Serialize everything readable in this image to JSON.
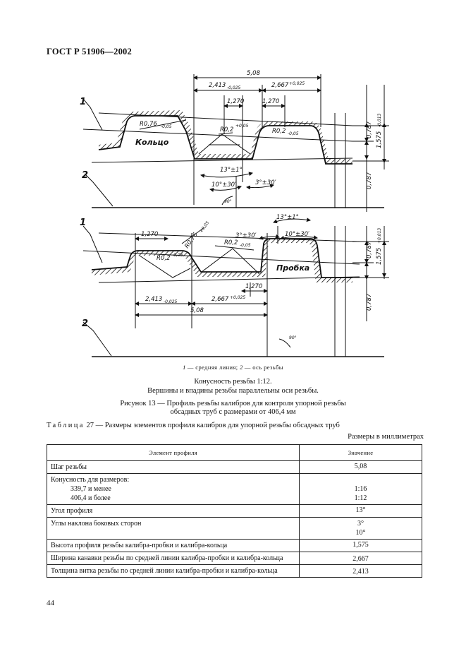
{
  "header": "ГОСТ Р 51906—2002",
  "figure": {
    "top": {
      "dim_total": "5,08",
      "dim_left": "2,413",
      "dim_left_tol": "-0,025",
      "dim_right": "2,667",
      "dim_right_tol": "+0,025",
      "dim_step1": "1,270",
      "dim_step2": "1,270",
      "radius_left": "R0,76",
      "radius_left_tol": "-0,05",
      "radius_mid": "R0,2",
      "radius_mid_tol": "+0,05",
      "radius_right": "R0,2",
      "radius_right_tol": "-0,05",
      "height1": "0,787",
      "height2": "1,575",
      "height2_tol": "-0,013",
      "height3": "0,787",
      "angle_profile": "13°±1°",
      "angle_flank1": "10°±30′",
      "angle_flank2": "3°±30′",
      "angle_right": "90°",
      "part": "Кольцо"
    },
    "bottom": {
      "dim_step": "1,270",
      "radius_left": "R0,76",
      "radius_left_tol": "+0,05",
      "radius_mid1": "R0,2",
      "radius_mid1_tol": "-0,05",
      "radius_mid2": "R0,2",
      "radius_mid2_tol": "-0,05",
      "angle_flank2": "3°±30′",
      "angle_flank1": "10°±30′",
      "angle_profile": "13°±1°",
      "height1": "0,787",
      "height2": "1,575",
      "height2_tol": "+0,013",
      "height3": "0,787",
      "dim_step_low": "1,270",
      "dim_left": "2,413",
      "dim_left_tol": "-0,025",
      "dim_right": "2,667",
      "dim_right_tol": "+0,025",
      "dim_total": "5,08",
      "angle_right": "90°",
      "part": "Пробка"
    },
    "callouts": [
      "1",
      "2",
      "1",
      "2"
    ]
  },
  "legend": {
    "n1": "1",
    "t1": " — средняя линия; ",
    "n2": "2",
    "t2": " — ось резьбы"
  },
  "caption": {
    "line1": "Конусность резьбы 1:12.",
    "line2": "Вершины и впадины резьбы параллельны оси резьбы.",
    "line3": "Рисунок 13 — Профиль резьбы калибров для контроля упорной резьбы",
    "line4": "обсадных труб с размерами от 406,4 мм"
  },
  "table": {
    "title_prefix": "Таблица",
    "title_rest": " 27 — Размеры элементов профиля калибров для упорной резьбы обсадных труб",
    "units": "Размеры в миллиметрах",
    "col1": "Элемент профиля",
    "col2": "Значение",
    "rows": [
      {
        "el": "Шаг резьбы",
        "val": "5,08"
      },
      {
        "el": "Конусность для размеров:",
        "sub1": "339,7 и менее",
        "sub2": "406,4 и более",
        "val1": "1:16",
        "val2": "1:12"
      },
      {
        "el": "Угол профиля",
        "val": "13°"
      },
      {
        "el": "Углы наклона боковых сторон",
        "val1": "3°",
        "val2": "10°"
      },
      {
        "el": "Высота профиля резьбы калибра-пробки и калибра-кольца",
        "val": "1,575"
      },
      {
        "el": "Ширина канавки резьбы по средней линии калибра-пробки и калибра-кольца",
        "val": "2,667"
      },
      {
        "el": "Толщина витка резьбы по средней линии калибра-пробки и калибра-кольца",
        "val": "2,413"
      }
    ]
  },
  "page_number": "44"
}
